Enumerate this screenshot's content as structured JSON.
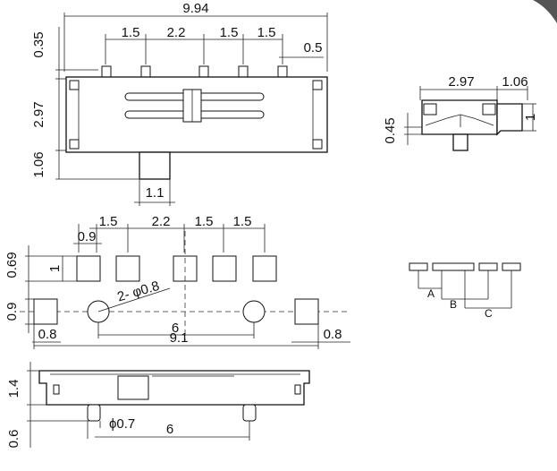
{
  "top_view": {
    "width_total": "9.94",
    "pitch_1": "1.5",
    "pitch_center": "2.2",
    "pitch_2": "1.5",
    "pitch_3": "1.5",
    "pin_width": "0.5",
    "pin_height": "0.35",
    "body_height": "2.97",
    "lever_extension": "1.06",
    "lever_width": "1.1"
  },
  "side_view": {
    "body_width": "2.97",
    "tab_width": "1.06",
    "tab_height": "1",
    "standoff": "0.45"
  },
  "footprint": {
    "pitch_1": "1.5",
    "pitch_center": "2.2",
    "pitch_2": "1.5",
    "pitch_3": "1.5",
    "pad_width": "0.9",
    "pad_row_offset": "0.69",
    "pad_height": "1",
    "hole_callout": "2- φ0.8",
    "hole_pitch": "6",
    "mount_pad_height": "0.9",
    "mount_pad_width_left": "0.8",
    "mount_pad_width_right": "0.8",
    "mount_span": "9.1"
  },
  "circuit": {
    "label_a": "A",
    "label_b": "B",
    "label_c": "C"
  },
  "bottom_view": {
    "body_height": "1.4",
    "peg_height": "0.6",
    "peg_diameter": "ϕ0.7",
    "peg_pitch": "6"
  }
}
